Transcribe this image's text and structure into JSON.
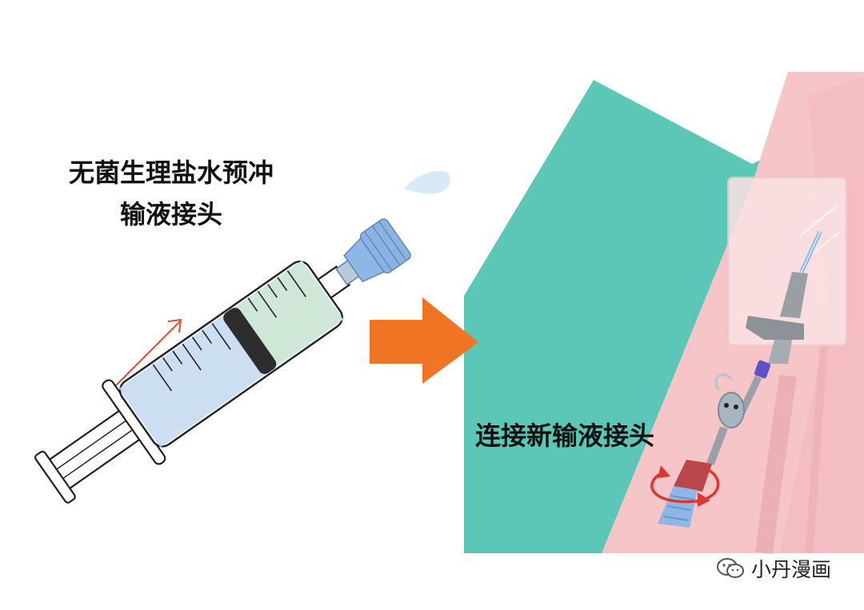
{
  "captions": {
    "flush_line1": "无菌生理盐水预冲",
    "flush_line2": "输液接头",
    "connect": "连接新输液接头"
  },
  "watermark": {
    "text": "小丹漫画",
    "icon": "wechat-icon"
  },
  "colors": {
    "teal_background": "#5cc6b7",
    "pink_arm": "#f6c5c8",
    "arrow_orange": "#f07423",
    "syringe_fluid_green": "#cfe7d6",
    "syringe_saline_blue": "#a9c7ea",
    "direction_arrow_red": "#e24a3a",
    "rotation_arrow_red": "#d93a2e",
    "connector_red": "#b8464a"
  }
}
